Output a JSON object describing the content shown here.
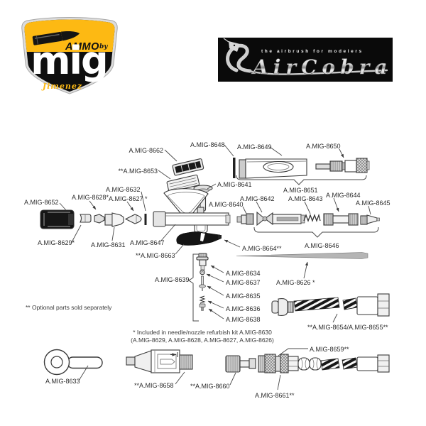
{
  "branding": {
    "ammo": {
      "ammo": "AMMO",
      "by": "by",
      "mig": "mig",
      "jimenez": "Jimenez"
    },
    "aircobra": {
      "tagline": "the airbrush for modelers",
      "name": "AirCobra"
    }
  },
  "colors": {
    "ammo_yellow": "#FDB913",
    "logo_black": "#0d0d0d",
    "chrome_silver": "#d9d9d9",
    "diagram_line": "#3a3a3a"
  },
  "notes": {
    "optional": "** Optional parts sold separately",
    "kit1": "* Included in needle/nozzle refurbish kit A.MIG-8630",
    "kit2": "(A.MIG-8629, A.MIG-8628, A.MIG-8627, A.MIG-8626)"
  },
  "labels": {
    "p8662": "A.MIG-8662",
    "p8653": "**A.MIG-8653",
    "p8648": "A.MIG-8648",
    "p8649": "A.MIG-8649",
    "p8650": "A.MIG-8650",
    "p8651": "A.MIG-8651",
    "p8641": "A.MIG-8641",
    "p8640": "A.MIG-8640",
    "p8652": "A.MIG-8652",
    "p8628": "A.MIG-8628*",
    "p8627": "A.MIG-8627 *",
    "p8632": "A.MIG-8632",
    "p8629": "A.MIG-8629*",
    "p8631": "A.MIG-8631",
    "p8647": "A.MIG-8647",
    "p8663": "**A.MIG-8663",
    "p8664": "A.MIG-8664**",
    "p8642": "A.MIG-8642",
    "p8643": "A.MIG-8643",
    "p8644": "A.MIG-8644",
    "p8645": "A.MIG-8645",
    "p8646": "A.MIG-8646",
    "p8626": "A.MIG-8626 *",
    "p8634": "A.MIG-8634",
    "p8637": "A.MIG-8637",
    "p8635": "A.MIG-8635",
    "p8636": "A.MIG-8636",
    "p8638": "A.MIG-8638",
    "p8639": "A.MIG-8639",
    "p8654": "**A.MIG-8654/A.MIG-8655**",
    "p8633": "A.MIG-8633",
    "p8658": "**A.MIG-8658",
    "p8660": "**A.MIG-8660",
    "p8661": "A.MIG-8661**",
    "p8659": "A.MIG-8659**"
  }
}
